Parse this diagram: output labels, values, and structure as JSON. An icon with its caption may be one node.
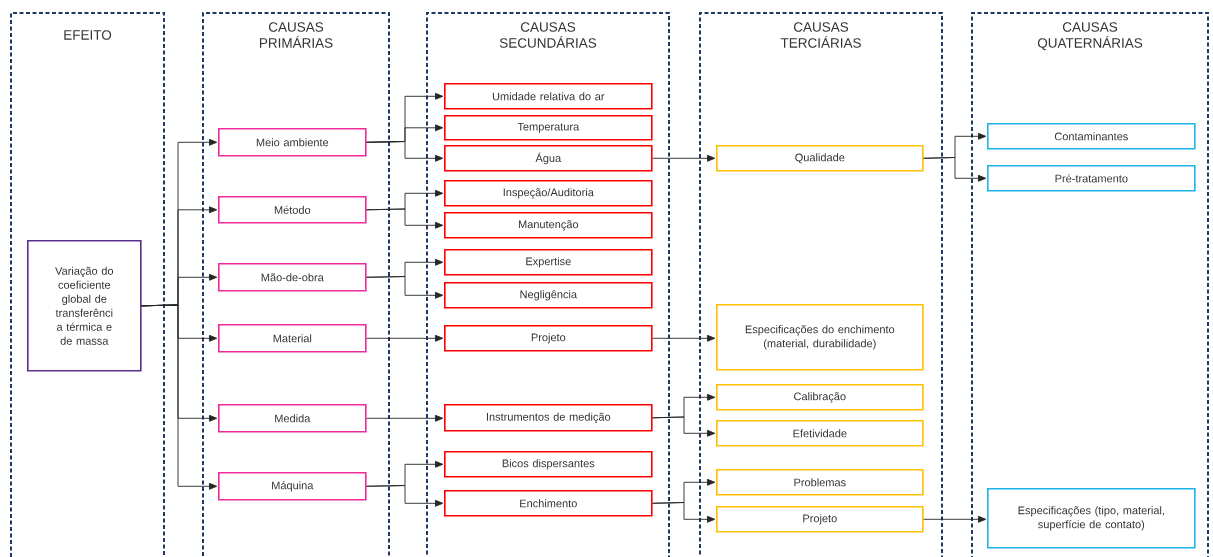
{
  "diagram": {
    "nodes": [
      {
        "text": [
          "EFEITO"
        ]
      },
      {
        "text": [
          "CAUSAS PRIMÁRIAS"
        ]
      },
      {
        "text": [
          "CAUSAS SECUNDÁRIAS"
        ]
      },
      {
        "text": [
          "CAUSAS TERCIÁRIAS"
        ]
      },
      {
        "text": [
          "CAUSAS QUATERNÁRIAS"
        ]
      },
      {
        "text": [
          "Variação do coeficiente global de transferênci a térmica e de massa"
        ],
        "in": 0
      },
      {
        "text": [
          "Meio ambiente"
        ],
        "in": 1
      },
      {
        "text": [
          "Método"
        ],
        "in": 1
      },
      {
        "text": [
          "Mão-de-obra"
        ],
        "in": 1
      },
      {
        "text": [
          "Material"
        ],
        "in": 1
      },
      {
        "text": [
          "Medida"
        ],
        "in": 1
      },
      {
        "text": [
          "Máquina"
        ],
        "in": 1
      },
      {
        "text": [
          "Umidade relativa do ar"
        ],
        "in": 2
      },
      {
        "text": [
          "Temperatura"
        ],
        "in": 2
      },
      {
        "text": [
          "Água"
        ],
        "in": 2
      },
      {
        "text": [
          "Inspeção/Auditoria"
        ],
        "in": 2
      },
      {
        "text": [
          "Manutenção"
        ],
        "in": 2
      },
      {
        "text": [
          "Expertise"
        ],
        "in": 2
      },
      {
        "text": [
          "Negligência"
        ],
        "in": 2
      },
      {
        "text": [
          "Projeto"
        ],
        "in": 2
      },
      {
        "text": [
          "Instrumentos de medição"
        ],
        "in": 2
      },
      {
        "text": [
          "Bicos dispersantes"
        ],
        "in": 2
      },
      {
        "text": [
          "Enchimento"
        ],
        "in": 2
      },
      {
        "text": [
          "Qualidade"
        ],
        "in": 3
      },
      {
        "text": [
          "Especificações do enchimento (material, durabilidade)"
        ],
        "in": 3
      },
      {
        "text": [
          "Calibração"
        ],
        "in": 3
      },
      {
        "text": [
          "Efetividade"
        ],
        "in": 3
      },
      {
        "text": [
          "Problemas"
        ],
        "in": 3
      },
      {
        "text": [
          "Projeto"
        ],
        "in": 3
      },
      {
        "text": [
          "Contaminantes"
        ],
        "in": 4
      },
      {
        "text": [
          "Pré-tratamento"
        ],
        "in": 4
      },
      {
        "text": [
          "Especificações (tipo, material, superfície de contato)"
        ],
        "in": 4
      }
    ],
    "edges": [
      {
        "from": 5,
        "to": 6,
        "arrow": "to"
      },
      {
        "from": 5,
        "to": 7,
        "arrow": "to"
      },
      {
        "from": 5,
        "to": 8,
        "arrow": "to"
      },
      {
        "from": 5,
        "to": 9,
        "arrow": "to"
      },
      {
        "from": 5,
        "to": 10,
        "arrow": "to"
      },
      {
        "from": 5,
        "to": 11,
        "arrow": "to"
      },
      {
        "from": 6,
        "to": 12,
        "arrow": "to"
      },
      {
        "from": 6,
        "to": 13,
        "arrow": "to"
      },
      {
        "from": 6,
        "to": 14,
        "arrow": "to"
      },
      {
        "from": 7,
        "to": 15,
        "arrow": "to"
      },
      {
        "from": 7,
        "to": 16,
        "arrow": "to"
      },
      {
        "from": 8,
        "to": 17,
        "arrow": "to"
      },
      {
        "from": 8,
        "to": 18,
        "arrow": "to"
      },
      {
        "from": 9,
        "to": 19,
        "arrow": "to"
      },
      {
        "from": 10,
        "to": 20,
        "arrow": "to"
      },
      {
        "from": 11,
        "to": 21,
        "arrow": "to"
      },
      {
        "from": 11,
        "to": 22,
        "arrow": "to"
      },
      {
        "from": 14,
        "to": 23,
        "arrow": "to"
      },
      {
        "from": 19,
        "to": 24,
        "arrow": "to"
      },
      {
        "from": 20,
        "to": 25,
        "arrow": "to"
      },
      {
        "from": 20,
        "to": 26,
        "arrow": "to"
      },
      {
        "from": 22,
        "to": 27,
        "arrow": "to"
      },
      {
        "from": 22,
        "to": 28,
        "arrow": "to"
      },
      {
        "from": 23,
        "to": 29,
        "arrow": "to"
      },
      {
        "from": 23,
        "to": 30,
        "arrow": "to"
      },
      {
        "from": 28,
        "to": 31,
        "arrow": "to"
      }
    ]
  }
}
